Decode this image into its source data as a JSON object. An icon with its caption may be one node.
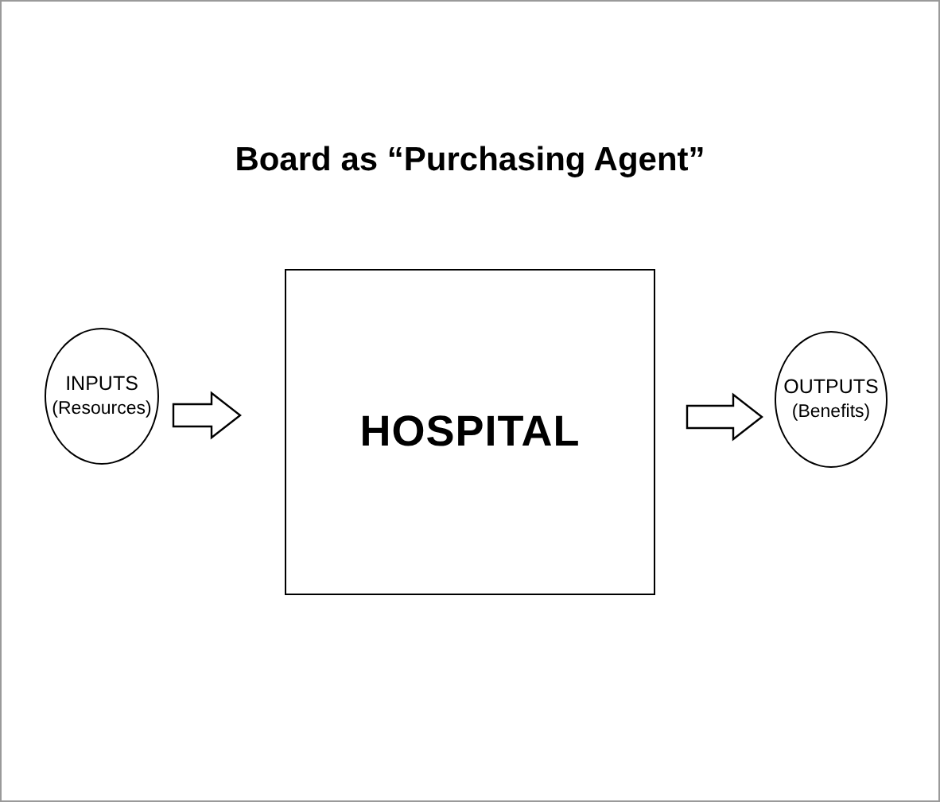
{
  "diagram": {
    "title": "Board as “Purchasing Agent”",
    "nodes": [
      {
        "text": [
          "INPUTS",
          "(Resources)"
        ]
      },
      {
        "text": [
          "HOSPITAL"
        ]
      },
      {
        "text": [
          "OUTPUTS",
          "(Benefits)"
        ]
      }
    ],
    "edges": [
      {
        "from": 0,
        "to": 1,
        "arrow": "to"
      },
      {
        "from": 1,
        "to": 2,
        "arrow": "to"
      }
    ]
  }
}
